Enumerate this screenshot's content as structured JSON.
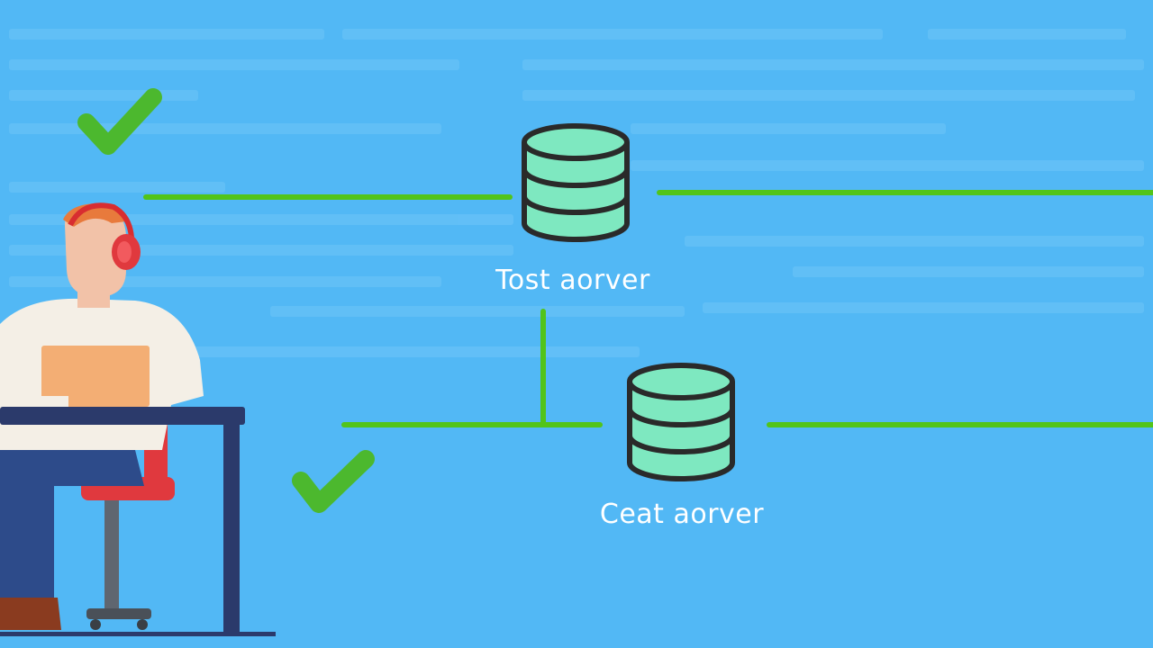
{
  "servers": {
    "top": {
      "label": "Tost aorver"
    },
    "bottom": {
      "label": "Ceat aorver"
    }
  },
  "colors": {
    "background": "#52b8f5",
    "link_line": "#52c41a",
    "check": "#4cb82e",
    "server_fill": "#7ee8c0",
    "server_outline": "#2a2a2a"
  },
  "icons": [
    "checkmark-icon",
    "database-icon",
    "person-at-desk-illustration"
  ]
}
